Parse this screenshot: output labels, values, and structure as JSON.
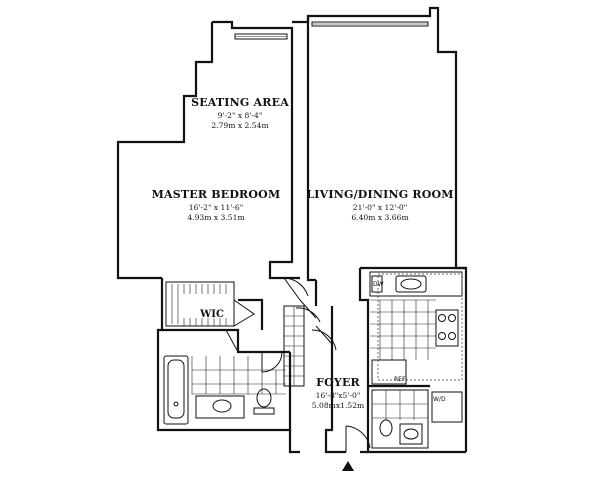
{
  "rooms": {
    "seating_area": {
      "name": "SEATING AREA",
      "dim_imperial": "9'-2\" x 8'-4\"",
      "dim_metric": "2.79m x 2.54m"
    },
    "master_bedroom": {
      "name": "MASTER BEDROOM",
      "dim_imperial": "16'-2\" x 11'-6\"",
      "dim_metric": "4.93m x 3.51m"
    },
    "living_dining": {
      "name": "LIVING/DINING ROOM",
      "dim_imperial": "21'-0\" x 12'-0\"",
      "dim_metric": "6.40m x 3.66m"
    },
    "wic": {
      "name": "WIC"
    },
    "foyer": {
      "name": "FOYER",
      "dim_imperial": "16'-8\"x5'-0\"",
      "dim_metric": "5.08mx1.52m"
    }
  },
  "appliance_labels": {
    "dw": "DW",
    "ref": "REF",
    "wd": "W/D"
  },
  "icons": {
    "entry": "entry-arrow-icon"
  }
}
